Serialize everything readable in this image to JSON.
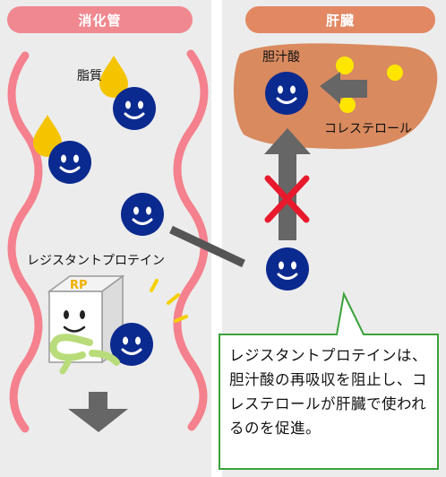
{
  "header": {
    "left_title": "消化管",
    "right_title": "肝臓"
  },
  "labels": {
    "lipid": "脂質",
    "bile_acid": "胆汁酸",
    "cholesterol": "コレステロール",
    "resistant_protein": "レジスタントプロテイン",
    "box_logo": "RP"
  },
  "callout": {
    "text": "レジスタントプロテインは、胆汁酸の再吸収を阻止し、コレステロールが肝臓で使われるのを促進。"
  },
  "colors": {
    "intestine_pill": "#f08890",
    "liver_pill": "#e28863",
    "intestine_wall": "#f4818d",
    "liver": "#d98a5f",
    "bile_acid_molecule": "#0b2a8f",
    "cholesterol_dot": "#ffe600",
    "lipid_drop": "#f5c400",
    "arrow": "#666666",
    "block_cross": "#e8192c",
    "callout_border": "#3aa23a"
  }
}
